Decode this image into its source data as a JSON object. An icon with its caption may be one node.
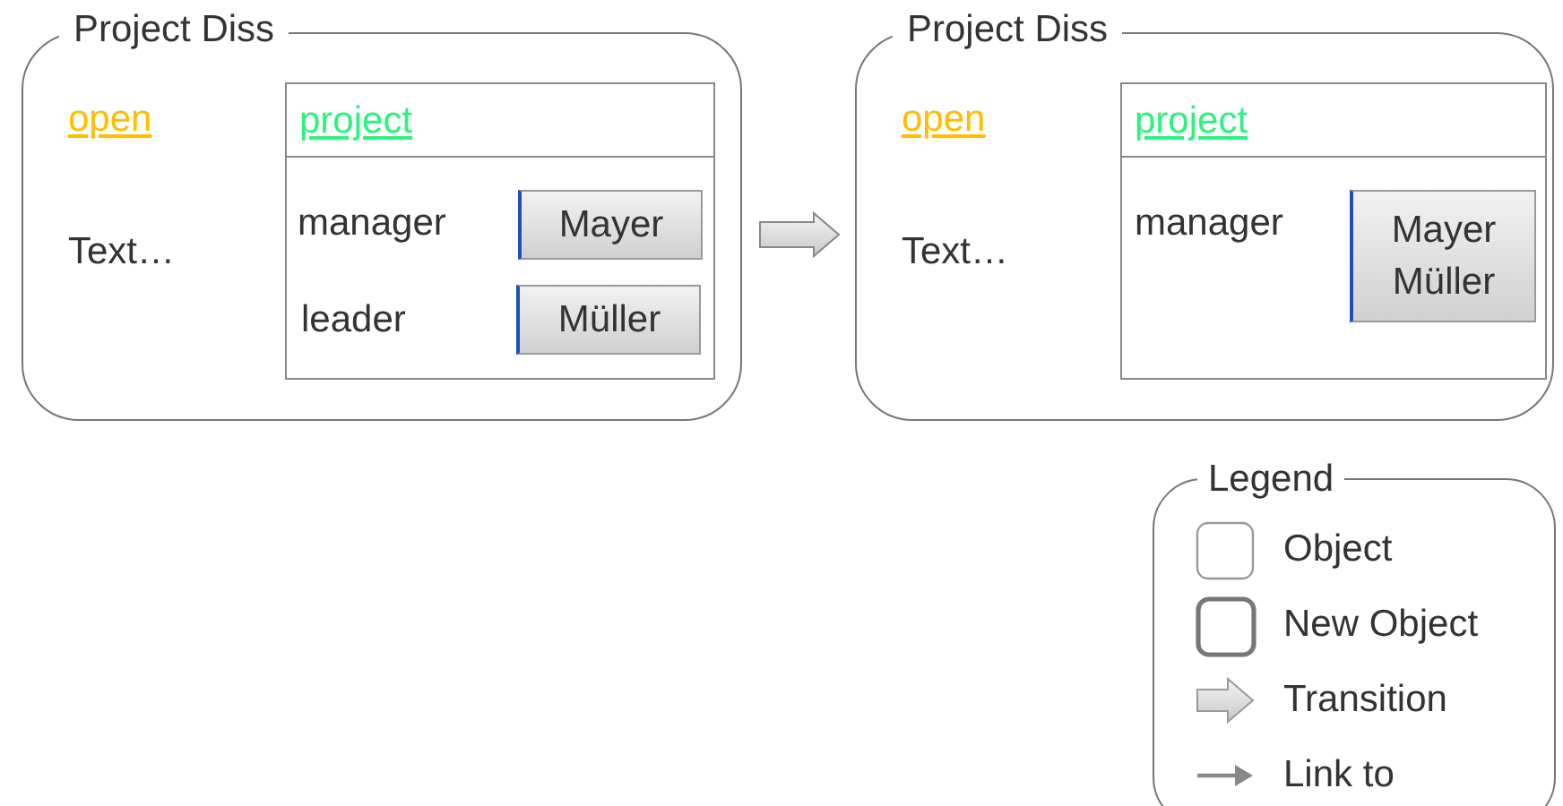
{
  "diagram": {
    "nodes": [
      {
        "text": [
          "Project Diss",
          "open",
          "Text…"
        ]
      },
      {
        "text": [
          "project",
          "manager",
          "leader"
        ],
        "in": 0
      },
      {
        "text": [
          "Mayer"
        ],
        "in": 1
      },
      {
        "text": [
          "Müller"
        ],
        "in": 1
      },
      {
        "text": [
          "Project Diss",
          "open",
          "Text…"
        ]
      },
      {
        "text": [
          "project",
          "manager"
        ],
        "in": 4
      },
      {
        "text": [
          "Mayer Müller"
        ],
        "in": 5
      }
    ],
    "edges": [
      {
        "from": 0,
        "to": 4,
        "arrow": "to",
        "style": "thick"
      }
    ],
    "legend": [
      {
        "text": "Legend"
      },
      {
        "text": "Object"
      },
      {
        "text": "New Object"
      },
      {
        "text": "Transition"
      },
      {
        "text": "Link to"
      }
    ]
  }
}
